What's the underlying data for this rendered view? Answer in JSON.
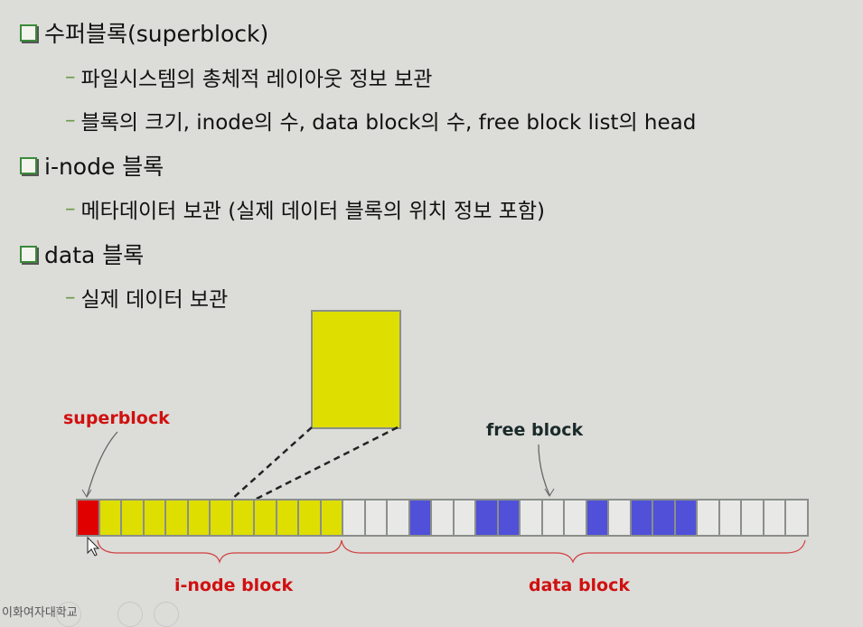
{
  "bullets": [
    {
      "title": "수퍼블록(superblock)",
      "subs": [
        "파일시스템의 총체적 레이아웃 정보 보관",
        "블록의 크기, inode의 수, data block의 수, free block list의 head"
      ]
    },
    {
      "title": "i-node 블록",
      "subs": [
        "메타데이터 보관 (실제 데이터 블록의 위치 정보 포함)"
      ]
    },
    {
      "title": "data 블록",
      "subs": [
        "실제 데이터 보관"
      ]
    }
  ],
  "diagram": {
    "superblock_label": "superblock",
    "free_block_label": "free block",
    "inode_block_label": "i-node block",
    "data_block_label": "data block",
    "cells": [
      "superblock",
      "inode",
      "inode",
      "inode",
      "inode",
      "inode",
      "inode",
      "inode",
      "inode",
      "inode",
      "inode",
      "inode",
      "free",
      "free",
      "free",
      "used",
      "free",
      "free",
      "used",
      "used",
      "free",
      "free",
      "free",
      "used",
      "free",
      "used",
      "used",
      "used",
      "free",
      "free",
      "free",
      "free",
      "free"
    ],
    "colors": {
      "superblock": "#e00000",
      "inode": "#dede00",
      "free": "#e8e8e6",
      "used": "#5050d8",
      "label_red": "#d01010"
    }
  },
  "watermark": "이화여자대학교"
}
